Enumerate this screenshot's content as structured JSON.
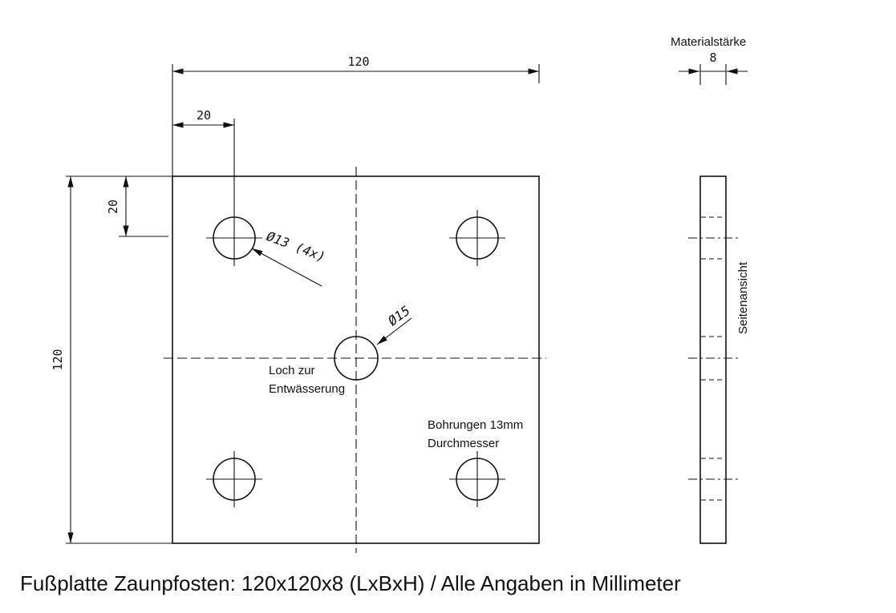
{
  "caption": "Fußplatte Zaunpfosten: 120x120x8 (LxBxH) / Alle Angaben in Millimeter",
  "front": {
    "dim_width": "120",
    "dim_height": "120",
    "dim_offset_x": "20",
    "dim_offset_y": "20",
    "bolt_hole_callout": "Ø13 (4x)",
    "drain_hole_callout": "Ø15",
    "drain_note": [
      "Loch zur",
      "Entwässerung"
    ],
    "bore_note": [
      "Bohrungen 13mm",
      "Durchmesser"
    ]
  },
  "side": {
    "header": "Materialstärke",
    "dim_thickness": "8",
    "label": "Seitenansicht"
  },
  "colors": {
    "line": "#111111",
    "background": "#ffffff"
  }
}
